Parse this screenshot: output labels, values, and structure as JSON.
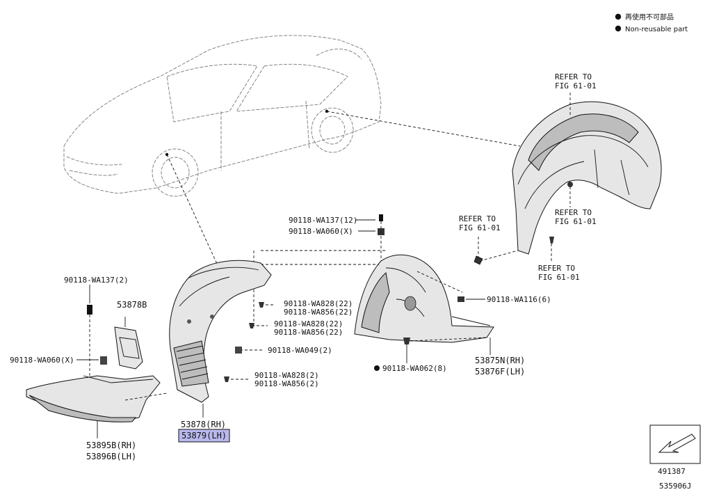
{
  "legend": {
    "jp": "再使用不可部品",
    "en": "Non-reusable part"
  },
  "refer_label": "REFER TO",
  "refer_fig": "FIG 61-01",
  "labels": {
    "l_wa137_top": "90118-WA137(12)",
    "l_wa060_top": "90118-WA060(X)",
    "l_wa137_left": "90118-WA137(2)",
    "l_53878b": "53878B",
    "l_wa060_left": "90118-WA060(X)",
    "l_wa828_a": "90118-WA828(22)",
    "l_wa856_a": "90118-WA856(22)",
    "l_wa828_b": "90118-WA828(22)",
    "l_wa856_b": "90118-WA856(22)",
    "l_wa049": "90118-WA049(2)",
    "l_wa828_c": "90118-WA828(2)",
    "l_wa856_c": "90118-WA856(2)",
    "l_wa116": "90118-WA116(6)",
    "l_wa062": "90118-WA062(8)",
    "l_53875n": "53875N(RH)",
    "l_53876f": "53876F(LH)",
    "l_53878rh": "53878(RH)",
    "l_53879lh": "53879(LH)",
    "l_53895b": "53895B(RH)",
    "l_53896b": "53896B(LH)"
  },
  "footer": {
    "icon_code": "491387",
    "drawing_code": "535906J"
  }
}
